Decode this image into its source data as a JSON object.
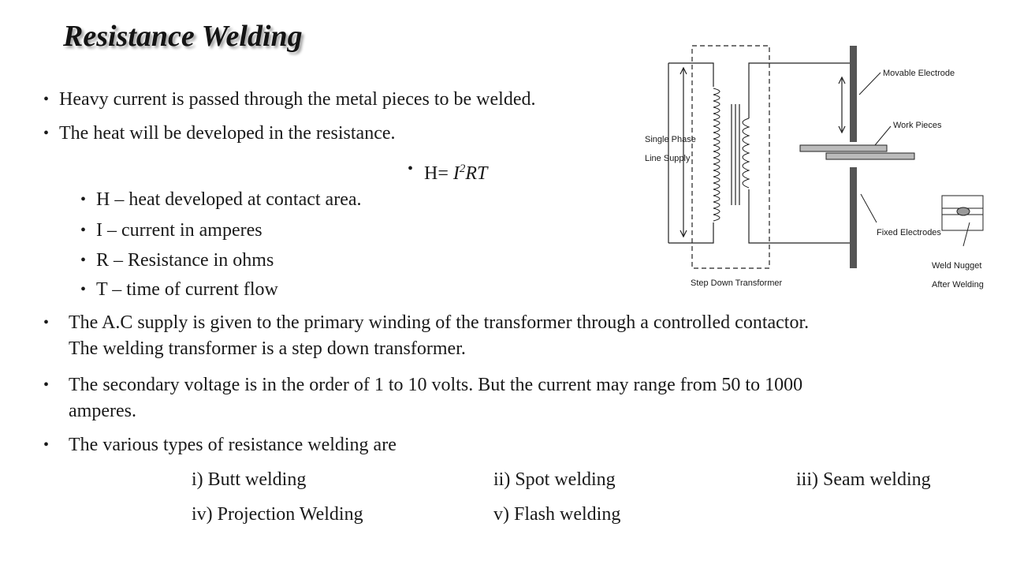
{
  "title": "Resistance Welding",
  "bullets_top": [
    "Heavy current is passed through the metal pieces to be welded.",
    "The heat will be developed in the resistance."
  ],
  "formula": {
    "lhs": "H=",
    "base": "I",
    "exponent": "2",
    "rest": "RT"
  },
  "definitions": [
    "H – heat developed at contact area.",
    "I – current in amperes",
    "R – Resistance in ohms",
    "T – time of current flow"
  ],
  "paragraphs": [
    {
      "line1": "The A.C supply is given to the primary winding of the transformer through a controlled contactor.",
      "line2": "The welding transformer is a step down transformer."
    },
    {
      "line1": "The secondary voltage is in the order of 1 to 10 volts. But the current may range from 50 to 1000",
      "line2": "amperes."
    }
  ],
  "types_intro": "The  various types of resistance welding are",
  "types": [
    "i) Butt welding",
    "ii) Spot welding",
    "iii) Seam welding",
    "iv) Projection Welding",
    "v) Flash welding"
  ],
  "diagram": {
    "label_movable": "Movable Electrode",
    "label_work": "Work Pieces",
    "label_supply_1": "Single Phase",
    "label_supply_2": "Line Supply",
    "label_fixed": "Fixed Electrodes",
    "label_transformer": "Step Down Transformer",
    "label_nugget_1": "Weld Nugget",
    "label_nugget_2": "After Welding"
  },
  "bullet_char": "•"
}
